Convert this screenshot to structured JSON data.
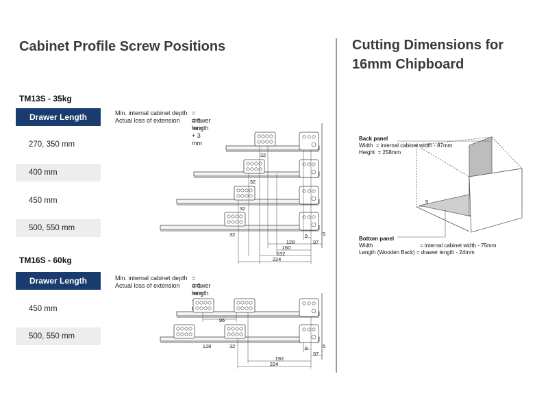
{
  "left": {
    "title": "Cabinet Profile Screw Positions",
    "sections": [
      {
        "label": "TM13S - 35kg",
        "header": "Drawer Length",
        "rows": [
          "270, 350 mm",
          "400 mm",
          "450 mm",
          "500, 550 mm"
        ],
        "note_line1_left": "Min. internal cabinet depth",
        "note_line1_right": "= drawer length + 3 mm",
        "note_line2_left": "Actual loss of extension",
        "note_line2_right": "= 0 mm",
        "dimensions": [
          "32",
          "32",
          "32",
          "32",
          "9",
          "5",
          "128",
          "37",
          "160",
          "192",
          "224"
        ]
      },
      {
        "label": "TM16S - 60kg",
        "header": "Drawer Length",
        "rows": [
          "450 mm",
          "500, 550 mm"
        ],
        "note_line1_left": "Min. internal cabinet depth",
        "note_line1_right": "= drawer length + 3 mm",
        "note_line2_left": "Actual loss of extension",
        "note_line2_right": "= 0 mm",
        "dimensions": [
          "96",
          "128",
          "32",
          "9",
          "5",
          "37",
          "192",
          "224"
        ]
      }
    ]
  },
  "right": {
    "title": "Cutting Dimensions for\n16mm Chipboard",
    "back_panel": {
      "heading": "Back panel",
      "width_label": "Width",
      "width_value": "= internal cabinet width - 87mm",
      "height_label": "Height",
      "height_value": "= 258mm"
    },
    "bottom_panel": {
      "heading": "Bottom panel",
      "width_label": "Width",
      "width_value": "= internal cabinet width - 75mm",
      "length_label": "Length (Wooden Back)",
      "length_value": "= drawer length - 24mm"
    },
    "drawer_dim": "5"
  }
}
